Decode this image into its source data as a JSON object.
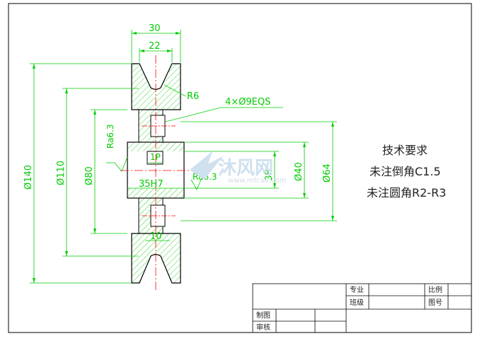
{
  "dimensions": {
    "width_30": "30",
    "width_22": "22",
    "radius_r6": "R6",
    "holes": "4×Ø9EQS",
    "roughness_left": "Ra6.3",
    "roughness_bore": "Ra6.3",
    "key_1p": "1P",
    "bore_35h7": "35H7",
    "dia_140": "Ø140",
    "dia_110": "Ø110",
    "dia_80": "Ø80",
    "dia_40": "Ø40",
    "dia_64": "Ø64",
    "dia_38": "38",
    "hub_10": "10"
  },
  "notes": {
    "title": "技术要求",
    "line1": "未注倒角C1.5",
    "line2": "未注圆角R2-R3"
  },
  "title_block": {
    "major": "专业",
    "class": "班级",
    "scale": "比例",
    "drawing_no": "图号",
    "drawn_by": "制图",
    "checked_by": "审核"
  },
  "watermark": {
    "brand": "沐风网",
    "url": "www.mfcad.com"
  },
  "colors": {
    "outline": "#000000",
    "dimension": "#00cc00",
    "centerline": "#ff0000",
    "watermark": "#cfe0ef"
  }
}
